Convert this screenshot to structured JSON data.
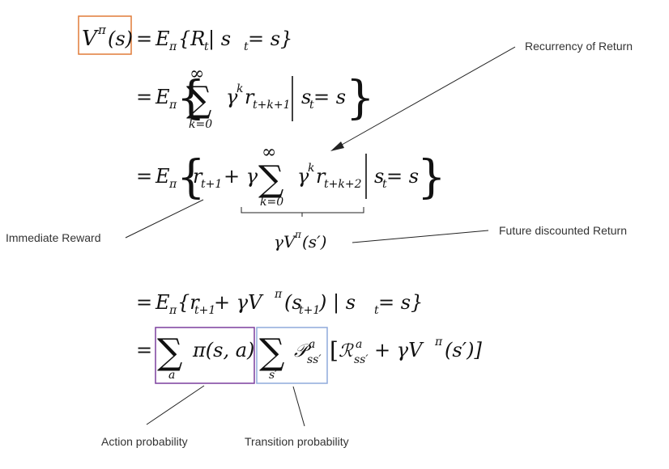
{
  "equation": {
    "lhs": {
      "V": "V",
      "pi": "π",
      "arg": "(s)"
    },
    "line1": {
      "eq": "=",
      "E": "E",
      "pi": "π",
      "body": "{R",
      "t": "t",
      "bar": " | s",
      "t2": "t",
      "end": " = s}"
    },
    "line2": {
      "eq": "=",
      "E": "E",
      "pi": "π",
      "brace_open": "{",
      "sum": "∑",
      "upper": "∞",
      "lower": "k=0",
      "gamma": "γ",
      "k": "k",
      "r": "r",
      "sub": "t+k+1",
      "bar": "|",
      "cond": "s",
      "cond_sub": "t",
      "cond_rest": " = s",
      "brace_close": "}"
    },
    "line3": {
      "eq": "=",
      "E": "E",
      "pi": "π",
      "brace_open": "{",
      "r": "r",
      "r_sub": "t+1",
      "plus_gamma": "+ γ",
      "sum": "∑",
      "upper": "∞",
      "lower": "k=0",
      "gamma": "γ",
      "k": "k",
      "r2": "r",
      "sub": "t+k+2",
      "bar": "|",
      "cond": "s",
      "cond_sub": "t",
      "cond_rest": " = s",
      "brace_close": "}"
    },
    "future_term": {
      "gamma_V": "γV",
      "pi": "π",
      "arg": "(s′)"
    },
    "line4": {
      "eq": "=",
      "E": "E",
      "pi": "π",
      "body": "{r",
      "sub": "t+1",
      "mid": " + γV",
      "pi2": "π",
      "arg": "(s",
      "arg_sub": "t+1",
      "rest": ") | s",
      "cond_sub": "t",
      "end": " = s}"
    },
    "line5": {
      "eq": "=",
      "sum1": "∑",
      "sum1_lower": "a",
      "policy": "π(s, a)",
      "sum2": "∑",
      "sum2_lower": "s′",
      "P": "𝒫",
      "P_sup": "a",
      "P_sub": "ss′",
      "bracket_open": "[",
      "R": "ℛ",
      "R_sup": "a",
      "R_sub": "ss′",
      "tail": " + γV",
      "tail_pi": "π",
      "tail_arg": "(s′)]"
    }
  },
  "annotations": {
    "recurrency": "Recurrency of Return",
    "immediate": "Immediate Reward",
    "future": "Future discounted Return",
    "action": "Action probability",
    "transition": "Transition probability"
  },
  "colors": {
    "vbox": "#e07b39",
    "action_box": "#7b3f9e",
    "transition_box": "#8faadc",
    "lines": "#222222"
  }
}
